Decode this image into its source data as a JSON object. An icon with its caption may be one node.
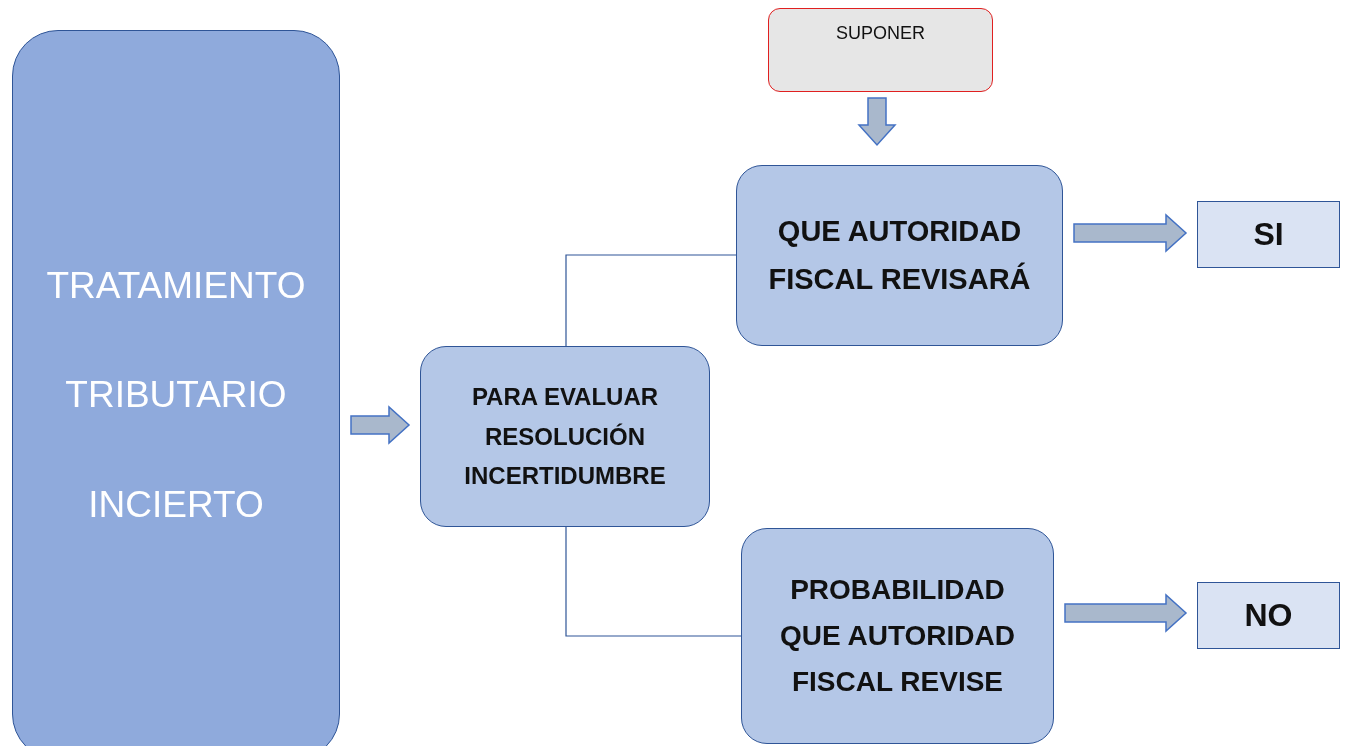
{
  "diagram": {
    "nodes": [
      {
        "text": [
          "TRATAMIENTO TRIBUTARIO INCIERTO"
        ]
      },
      {
        "text": [
          "PARA EVALUAR RESOLUCIÓN INCERTIDUMBRE"
        ]
      },
      {
        "text": [
          "SUPONER"
        ]
      },
      {
        "text": [
          "QUE AUTORIDAD FISCAL REVISARÁ"
        ]
      },
      {
        "text": [
          "PROBABILIDAD QUE AUTORIDAD FISCAL REVISE"
        ]
      },
      {
        "text": [
          "SI"
        ]
      },
      {
        "text": [
          "NO"
        ]
      }
    ],
    "edges": [
      {
        "from": 0,
        "to": 1,
        "arrow": "to",
        "style": "thick"
      },
      {
        "from": 2,
        "to": 3,
        "arrow": "to",
        "style": "thick"
      },
      {
        "from": 1,
        "to": 3,
        "arrow": "none"
      },
      {
        "from": 1,
        "to": 4,
        "arrow": "none"
      },
      {
        "from": 3,
        "to": 5,
        "arrow": "to",
        "style": "thick"
      },
      {
        "from": 4,
        "to": 6,
        "arrow": "to",
        "style": "thick"
      }
    ]
  }
}
